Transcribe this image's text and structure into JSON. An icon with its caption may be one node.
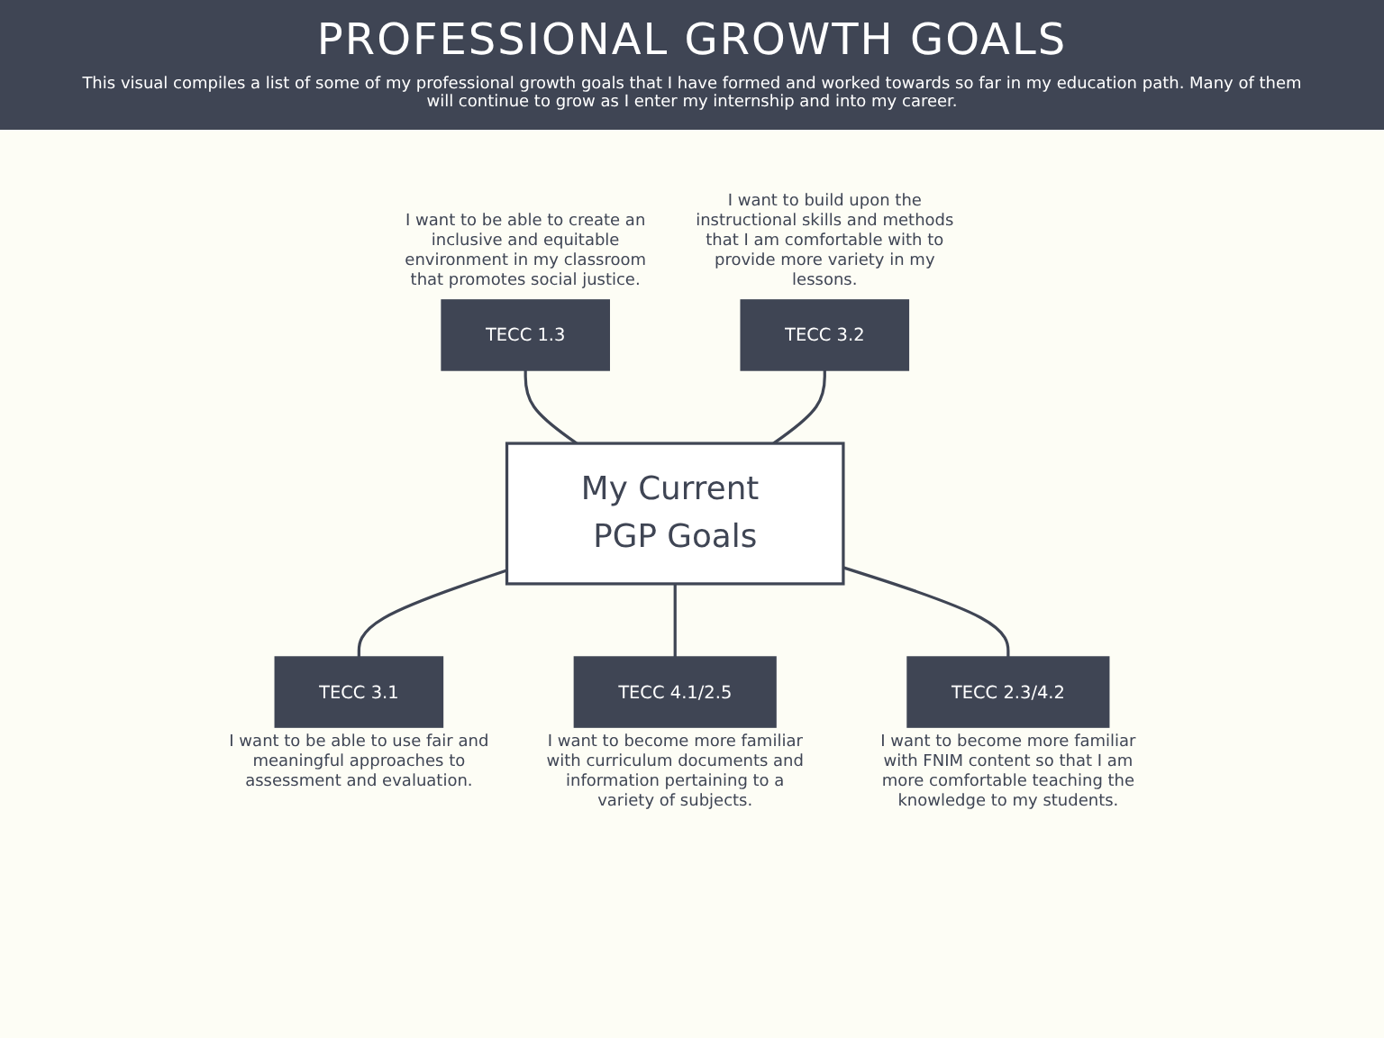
{
  "diagram": {
    "title": "PROFESSIONAL GROWTH GOALS",
    "caption": "This visual compiles a list of some of my professional growth goals that I have formed and worked towards so far in my education path. Many of them will continue to grow as I enter my internship and into my career.",
    "nodes": [
      {
        "text": [
          "TECC 1.3"
        ],
        "beside": [
          "I want to be able to create an inclusive and equitable environment in my classroom that promotes social justice."
        ]
      },
      {
        "text": [
          "TECC 3.2"
        ],
        "beside": [
          "I want to build upon the instructional skills and methods that I am comfortable with to provide more variety in my lessons."
        ]
      },
      {
        "text": [
          "My Current PGP Goals"
        ]
      },
      {
        "text": [
          "TECC 3.1"
        ],
        "beside": [
          "I want to be able to use fair and meaningful approaches to assessment and evaluation."
        ]
      },
      {
        "text": [
          "TECC 4.1/2.5"
        ],
        "beside": [
          "I want to become more familiar with curriculum documents and information pertaining to a variety of subjects."
        ]
      },
      {
        "text": [
          "TECC 2.3/4.2"
        ],
        "beside": [
          "I want to become more familiar with FNIM content so that I am more comfortable teaching the knowledge to my students."
        ]
      }
    ],
    "edges": [
      {
        "from": 0,
        "to": 2,
        "arrow": "none"
      },
      {
        "from": 1,
        "to": 2,
        "arrow": "none"
      },
      {
        "from": 2,
        "to": 3,
        "arrow": "none"
      },
      {
        "from": 2,
        "to": 4,
        "arrow": "none"
      },
      {
        "from": 2,
        "to": 5,
        "arrow": "none"
      }
    ]
  }
}
